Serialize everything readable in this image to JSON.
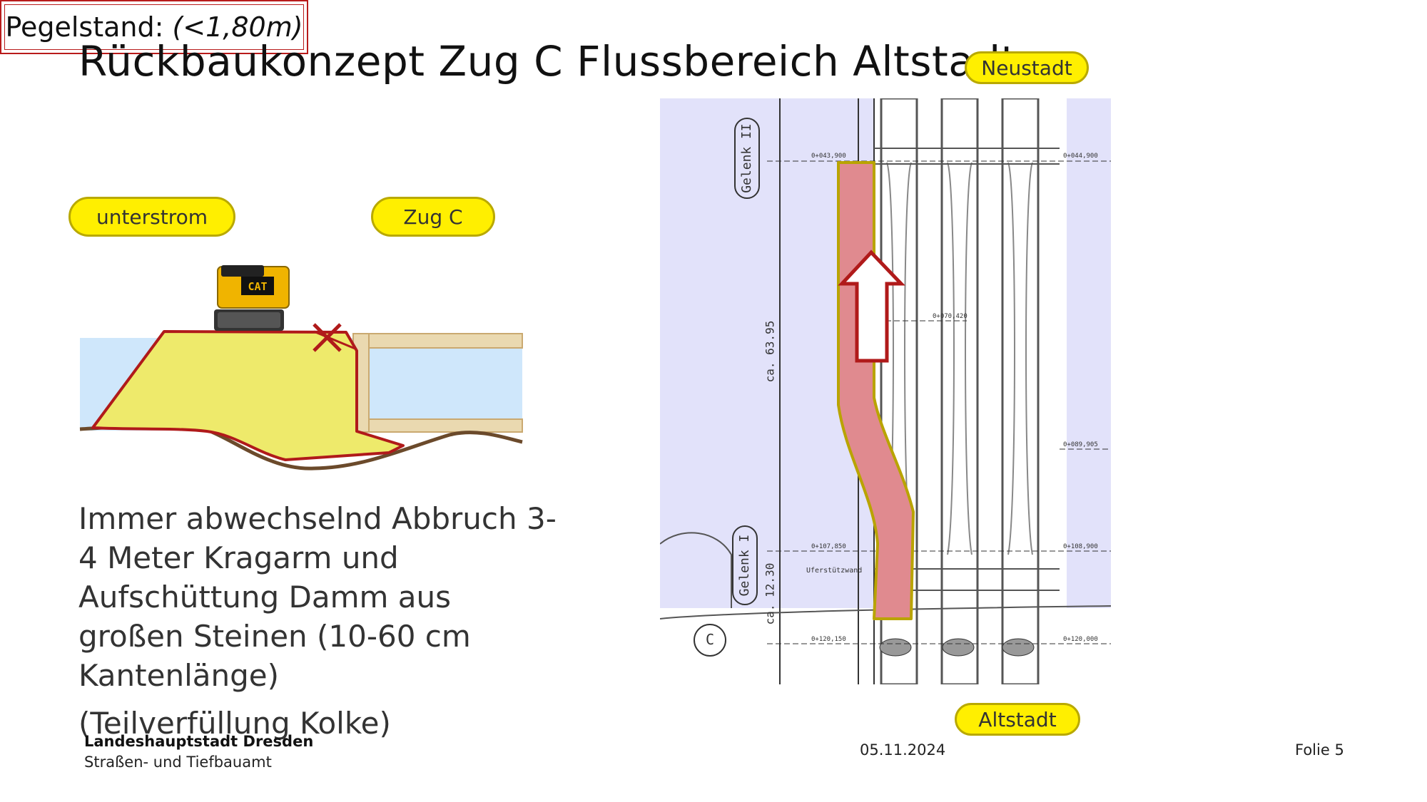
{
  "slide": {
    "title": "Rückbaukonzept Zug C Flussbereich Altstadt",
    "labels": {
      "neustadt": "Neustadt",
      "altstadt": "Altstadt",
      "unterstrom": "unterstrom",
      "zug_c": "Zug C"
    },
    "pegel": {
      "label": "Pegelstand:",
      "value": "(<1,80m)"
    },
    "body": {
      "main": "Immer abwechselnd Abbruch 3-4 Meter Kragarm und Aufschüttung Damm aus großen Steinen (10-60 cm Kantenlänge)",
      "sub": "(Teilverfüllung Kolke)"
    },
    "footer": {
      "org": "Landeshauptstadt Dresden",
      "dept": "Straßen- und Tiefbauamt",
      "date": "05.11.2024",
      "page": "Folie 5"
    }
  },
  "drawing": {
    "excavator_brand": "CAT",
    "gelenk_top": "Gelenk II",
    "gelenk_bottom": "Gelenk I",
    "axis_label": "C",
    "dim_long": "ca. 63.95",
    "dim_short": "ca. 12.30",
    "stations": [
      "0+043,900",
      "0+044,900",
      "0+070,420",
      "0+089,905",
      "0+107,850",
      "0+108,900",
      "0+120,150",
      "0+120,000"
    ],
    "side_label": "Uferstützwand"
  },
  "colors": {
    "pill_fill": "#ffef00",
    "water": "#cfe7fb",
    "dam_fill": "#eeea6b",
    "dam_outline": "#b01a1a",
    "highlight_fill": "#e08a8f",
    "plan_bg": "#e2e2fa"
  }
}
